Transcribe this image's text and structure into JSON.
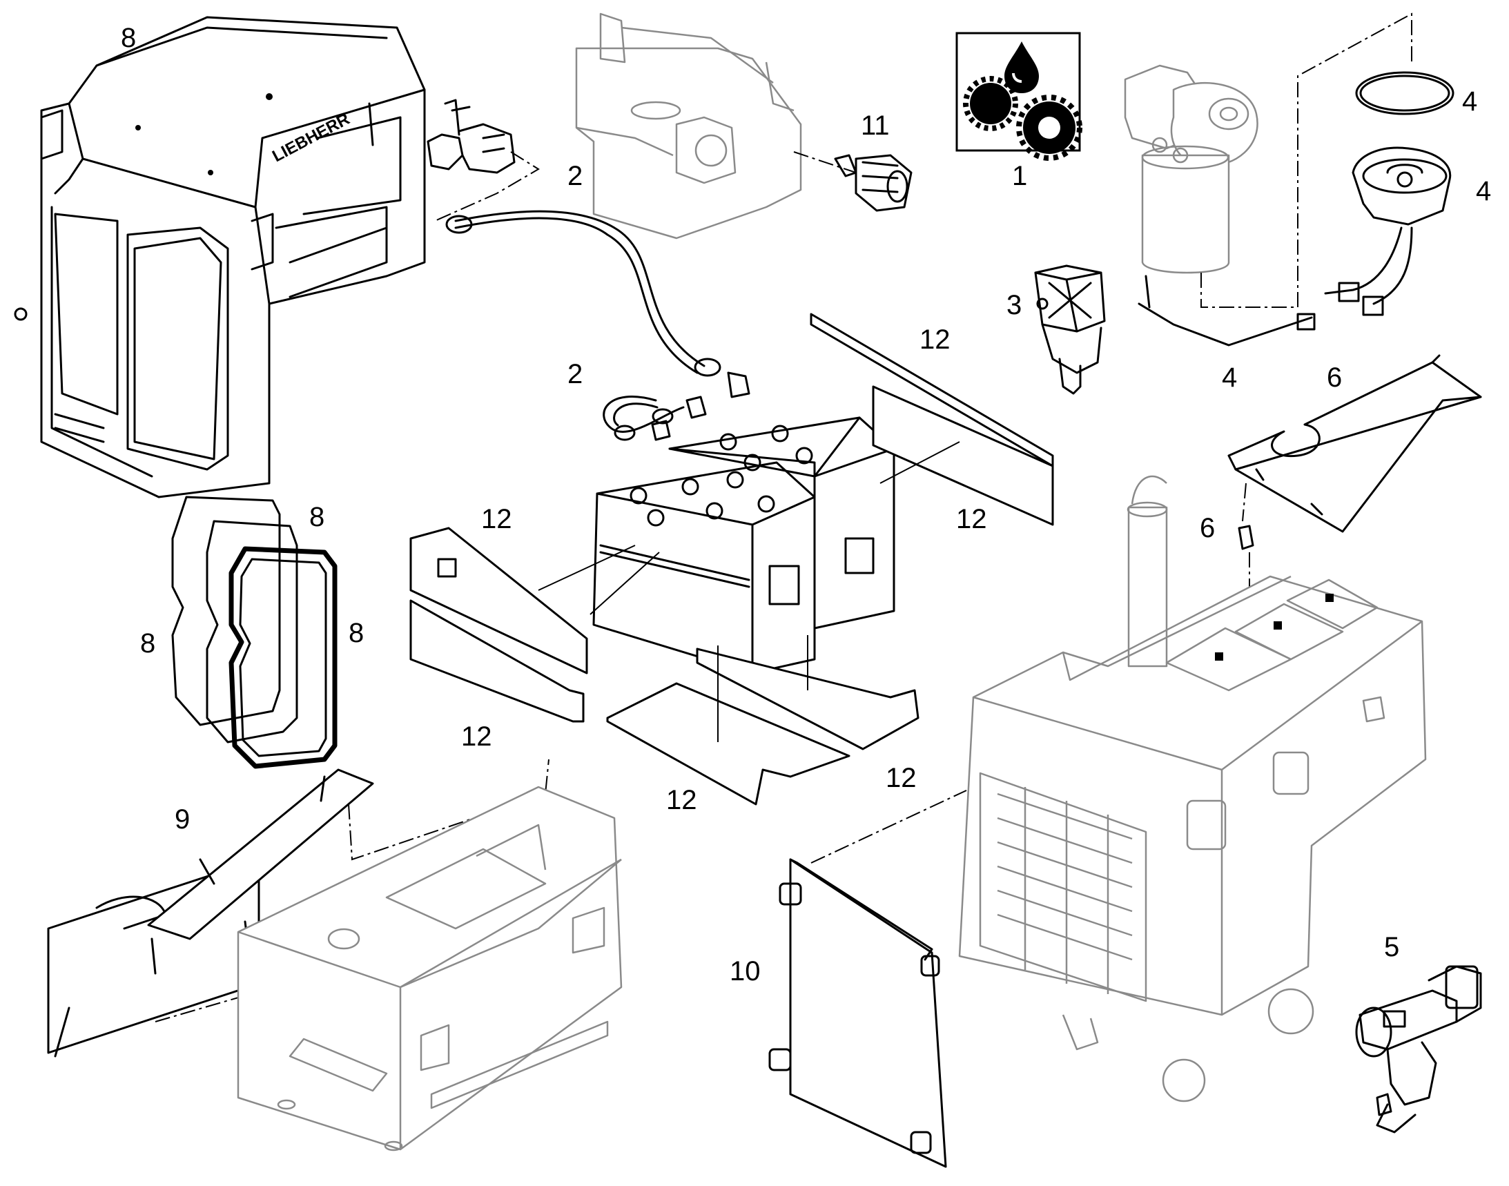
{
  "diagram": {
    "brand_text": "LIEBHERR",
    "callouts": [
      "1",
      "2",
      "2",
      "3",
      "4",
      "4",
      "4",
      "5",
      "6",
      "6",
      "8",
      "8",
      "8",
      "8",
      "9",
      "10",
      "11",
      "12",
      "12",
      "12",
      "12",
      "12",
      "12"
    ],
    "symbol_icon": "gears-and-oil-drop-icon",
    "colors": {
      "ink": "#000000",
      "context_grey": "#8a8a8a",
      "background": "#ffffff"
    }
  }
}
